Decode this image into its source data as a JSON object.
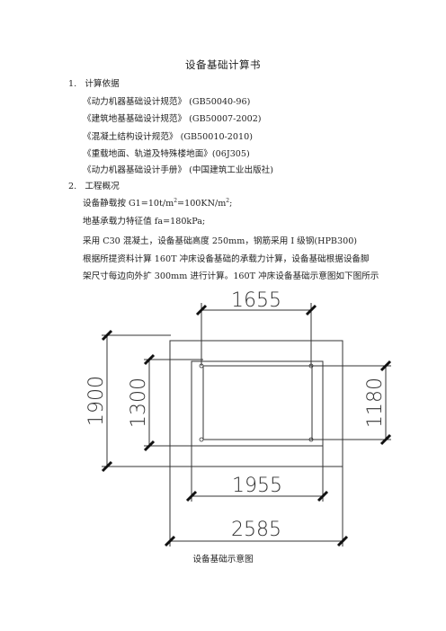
{
  "title": "设备基础计算书",
  "section1": {
    "number": "1.",
    "heading": "计算依据",
    "refs": [
      "《动力机器基础设计规范》 (GB50040-96)",
      "《建筑地基基础设计规范》 (GB50007-2002)",
      "《混凝土结构设计规范》 (GB50010-2010)",
      "《重载地面、轨道及特殊楼地面》(06J305)",
      "《动力机器基础设计手册》 (中国建筑工业出版社)"
    ]
  },
  "section2": {
    "number": "2.",
    "heading": "工程概况",
    "load_prefix": "设备静载按 G1=10t/m",
    "load_sup1": "2",
    "load_mid": "=100KN/m",
    "load_sup2": "2",
    "load_suffix": ";",
    "bearing": "地基承载力特征值 fa=180kPa;",
    "concrete": "采用 C30 混凝土，设备基础高度 250mm，钢筋采用 I 级钢(HPB300)",
    "basis": "根据所提资料计算 160T 冲床设备基础的承载力计算，设备基础根据设备脚",
    "basis_cont": "架尺寸每边向外扩 300mm 进行计算。160T 冲床设备基础示意图如下图所示"
  },
  "diagram": {
    "dims": {
      "top": "1655",
      "left_outer": "1900",
      "left_inner": "1300",
      "right": "1180",
      "bottom_inner": "1955",
      "bottom_outer": "2585"
    },
    "caption": "设备基础示意图"
  }
}
